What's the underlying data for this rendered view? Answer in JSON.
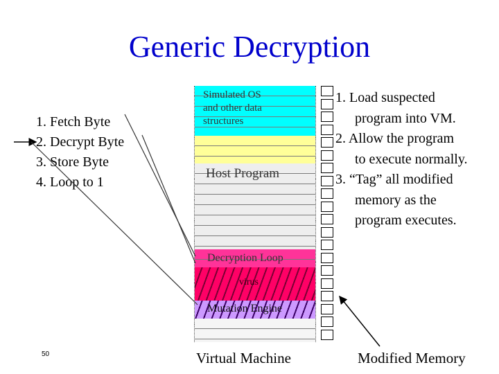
{
  "title": "Generic Decryption",
  "steps": [
    "1. Fetch Byte",
    "2. Decrypt Byte",
    "3. Store Byte",
    "4. Loop to 1"
  ],
  "vm": {
    "os_label_line1": "Simulated OS",
    "os_label_line2": "and other data",
    "os_label_line3": "structures",
    "host_label": "Host Program",
    "decryption_label": "Decryption Loop",
    "virus_label": "virus",
    "mutation_label": "Mutation Engine",
    "caption": "Virtual Machine",
    "colors": {
      "os": "#00ffff",
      "yellow": "#ffff99",
      "decryption": "#ff3399",
      "virus": "#ff0066",
      "mutation": "#cc99ff"
    }
  },
  "memory": {
    "caption": "Modified Memory"
  },
  "description": [
    {
      "line1": "1. Load suspected",
      "line2": "program into VM."
    },
    {
      "line1": "2. Allow the program",
      "line2": "to execute normally."
    },
    {
      "line1": "3. “Tag” all modified",
      "line2": "memory as the",
      "line3": "program executes."
    }
  ],
  "slide_number": "50"
}
